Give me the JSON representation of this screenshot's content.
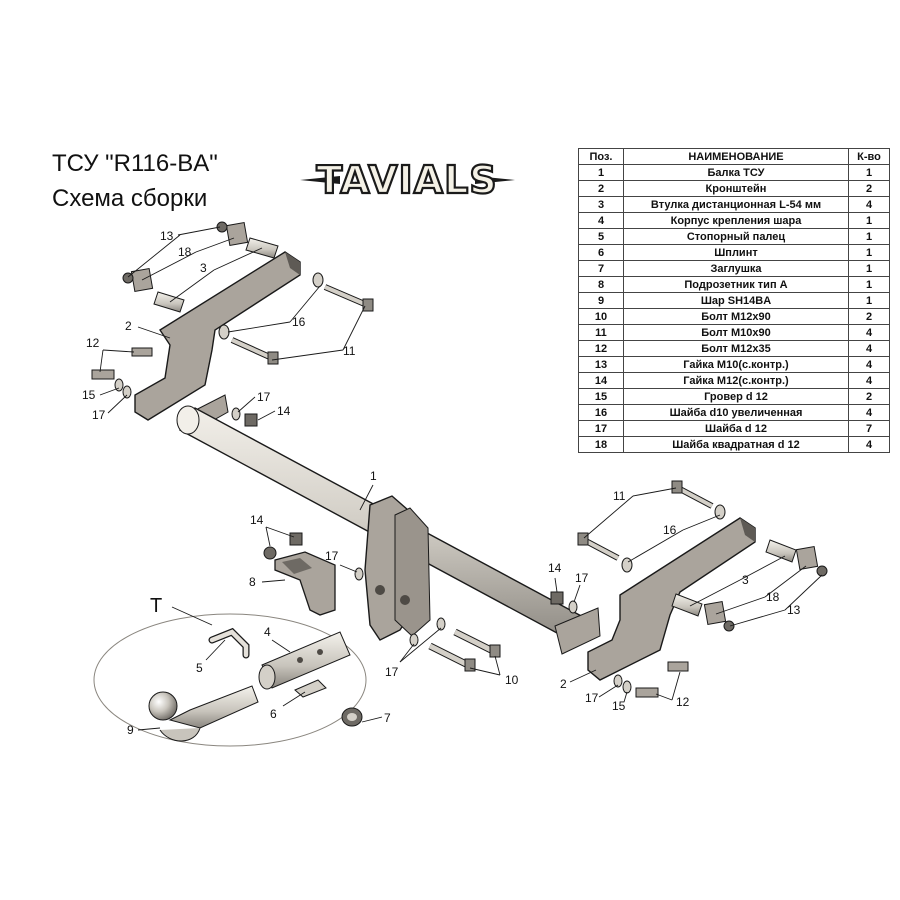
{
  "header": {
    "title_line1": "ТСУ  \"R116-BA\"",
    "title_line2": "Схема сборки",
    "brand": "TAVIALS"
  },
  "parts_table": {
    "headers": [
      "Поз.",
      "НАИМЕНОВАНИЕ",
      "К-во"
    ],
    "rows": [
      [
        "1",
        "Балка ТСУ",
        "1"
      ],
      [
        "2",
        "Кронштейн",
        "2"
      ],
      [
        "3",
        "Втулка дистанционная L-54 мм",
        "4"
      ],
      [
        "4",
        "Корпус крепления шара",
        "1"
      ],
      [
        "5",
        "Стопорный палец",
        "1"
      ],
      [
        "6",
        "Шплинт",
        "1"
      ],
      [
        "7",
        "Заглушка",
        "1"
      ],
      [
        "8",
        "Подрозетник тип А",
        "1"
      ],
      [
        "9",
        "Шар SH14BA",
        "1"
      ],
      [
        "10",
        "Болт М12х90",
        "2"
      ],
      [
        "11",
        "Болт М10х90",
        "4"
      ],
      [
        "12",
        "Болт М12х35",
        "4"
      ],
      [
        "13",
        "Гайка М10(с.контр.)",
        "4"
      ],
      [
        "14",
        "Гайка М12(с.контр.)",
        "4"
      ],
      [
        "15",
        "Гровер d 12",
        "2"
      ],
      [
        "16",
        "Шайба d10 увеличенная",
        "4"
      ],
      [
        "17",
        "Шайба d 12",
        "7"
      ],
      [
        "18",
        "Шайба квадратная d 12",
        "4"
      ]
    ]
  },
  "callouts": {
    "c1": "1",
    "c2a": "2",
    "c2b": "2",
    "c3a": "3",
    "c3b": "3",
    "c4": "4",
    "c5": "5",
    "c6": "6",
    "c7": "7",
    "c8": "8",
    "c9": "9",
    "c10": "10",
    "c11a": "11",
    "c11b": "11",
    "c12a": "12",
    "c12b": "12",
    "c13a": "13",
    "c13b": "13",
    "c14a": "14",
    "c14b": "14",
    "c14c": "14",
    "c15a": "15",
    "c15b": "15",
    "c16a": "16",
    "c16b": "16",
    "c17a": "17",
    "c17b": "17",
    "c17c": "17",
    "c17d": "17",
    "c17e": "17",
    "c17f": "17",
    "c18a": "18",
    "c18b": "18",
    "kit_label": "T"
  },
  "colors": {
    "metal_fill": "#aaa49c",
    "metal_dark": "#5e5a55",
    "beam_fill": "#d4d0c8",
    "outline": "#1a1a1a"
  }
}
